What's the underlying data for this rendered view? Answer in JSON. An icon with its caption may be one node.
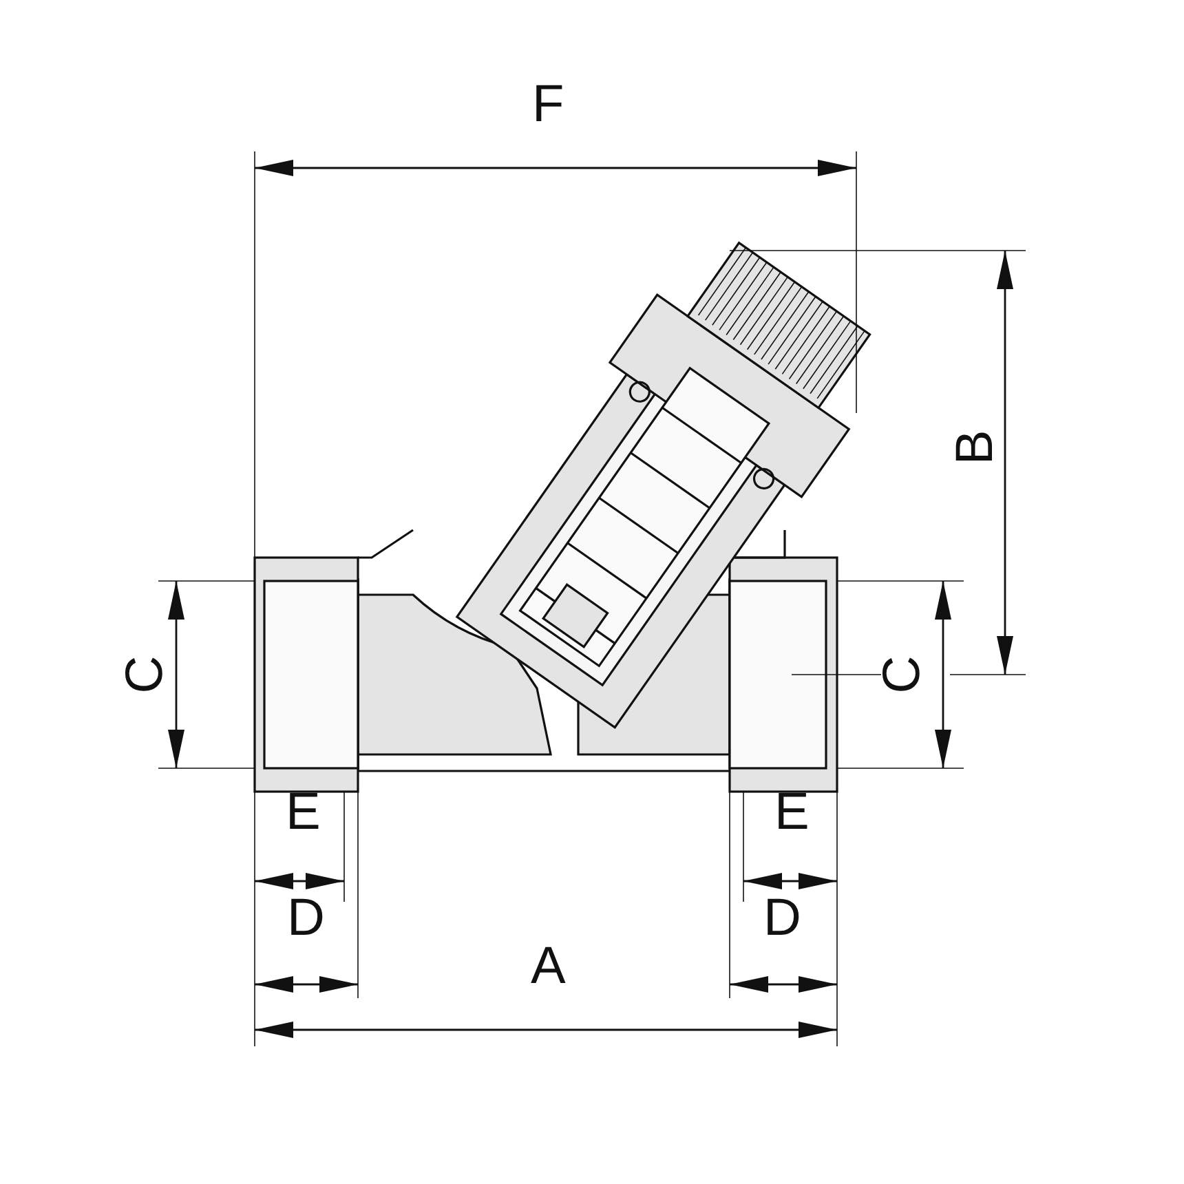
{
  "diagram": {
    "labels": [
      "F",
      "B",
      "C",
      "C",
      "E",
      "E",
      "D",
      "D",
      "A"
    ]
  }
}
